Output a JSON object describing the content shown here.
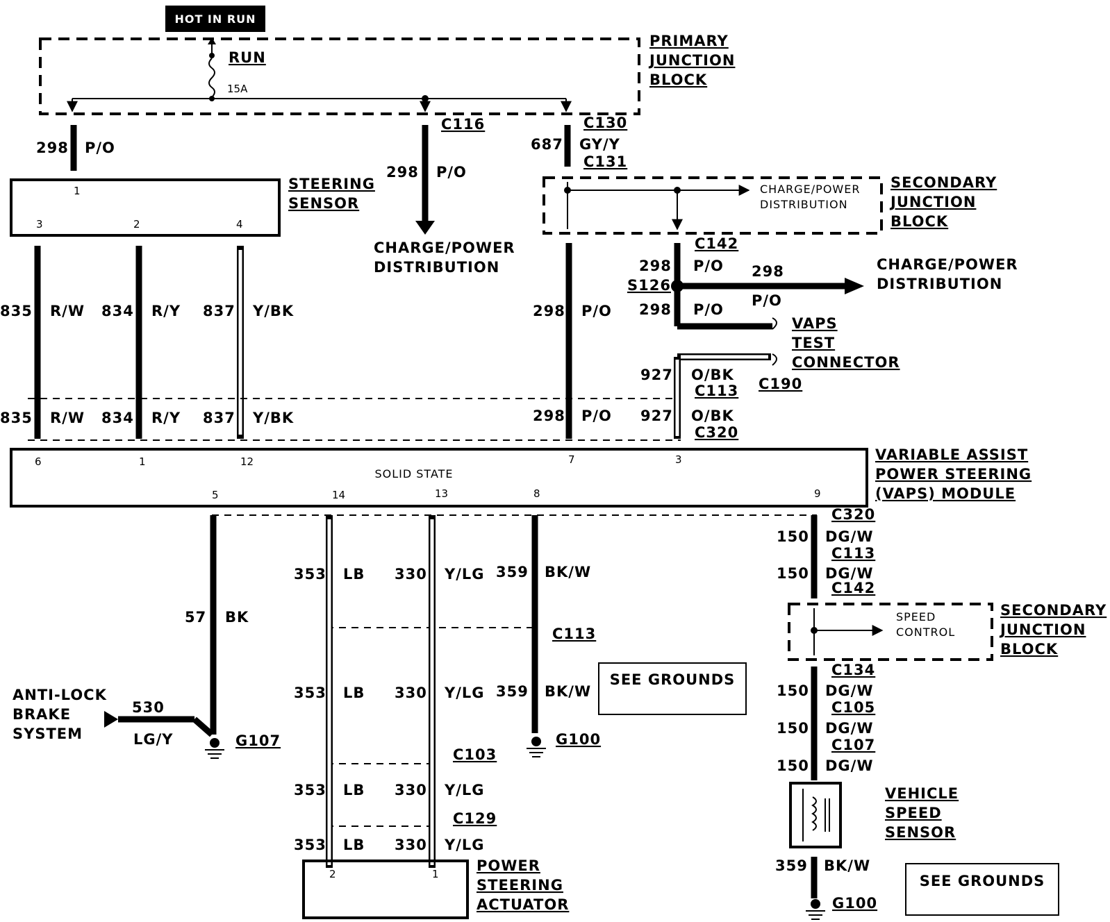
{
  "title_badge": "HOT IN RUN",
  "primary_jb": {
    "run": "RUN",
    "fuse": "15A",
    "label": [
      "PRIMARY",
      "JUNCTION",
      "BLOCK"
    ]
  },
  "connectors": {
    "c116": "C116",
    "c130": "C130",
    "c131": "C131",
    "c142a": "C142",
    "s126": "S126",
    "c113a": "C113",
    "c320a": "C320",
    "c190": "C190",
    "c320b": "C320",
    "c113b": "C113",
    "c142b": "C142",
    "c113c": "C113",
    "c103": "C103",
    "c129": "C129",
    "c134": "C134",
    "c105": "C105",
    "c107": "C107",
    "g107": "G107",
    "g100a": "G100",
    "g100b": "G100"
  },
  "wires": {
    "w298a": {
      "num": "298",
      "color": "P/O"
    },
    "w298b": {
      "num": "298",
      "color": "P/O"
    },
    "w687": {
      "num": "687",
      "color": "GY/Y"
    },
    "w298c": {
      "num": "298",
      "color": "P/O"
    },
    "w298d": {
      "num": "298",
      "color": "P/O"
    },
    "w298e": {
      "num": "298",
      "color": "P/O"
    },
    "w298f": {
      "num": "298",
      "color": "P/O"
    },
    "w298g": {
      "num": "298",
      "color": "P/O"
    },
    "w927a": {
      "num": "927",
      "color": "O/BK"
    },
    "w927b": {
      "num": "927",
      "color": "O/BK"
    },
    "w835a": {
      "num": "835",
      "color": "R/W"
    },
    "w834a": {
      "num": "834",
      "color": "R/Y"
    },
    "w837a": {
      "num": "837",
      "color": "Y/BK"
    },
    "w835b": {
      "num": "835",
      "color": "R/W"
    },
    "w834b": {
      "num": "834",
      "color": "R/Y"
    },
    "w837b": {
      "num": "837",
      "color": "Y/BK"
    },
    "w57": {
      "num": "57",
      "color": "BK"
    },
    "w530": {
      "num": "530",
      "color": "LG/Y"
    },
    "w353a": {
      "num": "353",
      "color": "LB"
    },
    "w353b": {
      "num": "353",
      "color": "LB"
    },
    "w353c": {
      "num": "353",
      "color": "LB"
    },
    "w353d": {
      "num": "353",
      "color": "LB"
    },
    "w330a": {
      "num": "330",
      "color": "Y/LG"
    },
    "w330b": {
      "num": "330",
      "color": "Y/LG"
    },
    "w330c": {
      "num": "330",
      "color": "Y/LG"
    },
    "w330d": {
      "num": "330",
      "color": "Y/LG"
    },
    "w359a": {
      "num": "359",
      "color": "BK/W"
    },
    "w359b": {
      "num": "359",
      "color": "BK/W"
    },
    "w359c": {
      "num": "359",
      "color": "BK/W"
    },
    "w150a": {
      "num": "150",
      "color": "DG/W"
    },
    "w150b": {
      "num": "150",
      "color": "DG/W"
    },
    "w150c": {
      "num": "150",
      "color": "DG/W"
    },
    "w150d": {
      "num": "150",
      "color": "DG/W"
    },
    "w150e": {
      "num": "150",
      "color": "DG/W"
    }
  },
  "steering_sensor": {
    "label": [
      "STEERING",
      "SENSOR"
    ],
    "pins": [
      "1",
      "3",
      "2",
      "4"
    ]
  },
  "charge_power": {
    "a": [
      "CHARGE/POWER",
      "DISTRIBUTION"
    ],
    "b": [
      "CHARGE/POWER",
      "DISTRIBUTION"
    ],
    "c": [
      "CHARGE/POWER",
      "DISTRIBUTION"
    ]
  },
  "secondary_jb_top": {
    "label": [
      "SECONDARY",
      "JUNCTION",
      "BLOCK"
    ]
  },
  "vaps_test": {
    "label": [
      "VAPS",
      "TEST",
      "CONNECTOR"
    ]
  },
  "vaps_module": {
    "label": [
      "VARIABLE ASSIST",
      "POWER STEERING",
      "(VAPS)  MODULE"
    ],
    "inner": "SOLID STATE",
    "pins_top": [
      "6",
      "1",
      "12",
      "7",
      "3"
    ],
    "pins_bottom": [
      "5",
      "14",
      "13",
      "8",
      "9"
    ]
  },
  "secondary_jb_bottom": {
    "label": [
      "SECONDARY",
      "JUNCTION",
      "BLOCK"
    ],
    "inner": [
      "SPEED",
      "CONTROL"
    ]
  },
  "abs": {
    "label": [
      "ANTI-LOCK",
      "BRAKE",
      "SYSTEM"
    ]
  },
  "see_grounds": [
    "SEE GROUNDS",
    "SEE GROUNDS"
  ],
  "ps_actuator": {
    "label": [
      "POWER",
      "STEERING",
      "ACTUATOR"
    ],
    "pins": [
      "2",
      "1"
    ]
  },
  "vss": {
    "label": [
      "VEHICLE",
      "SPEED",
      "SENSOR"
    ]
  }
}
